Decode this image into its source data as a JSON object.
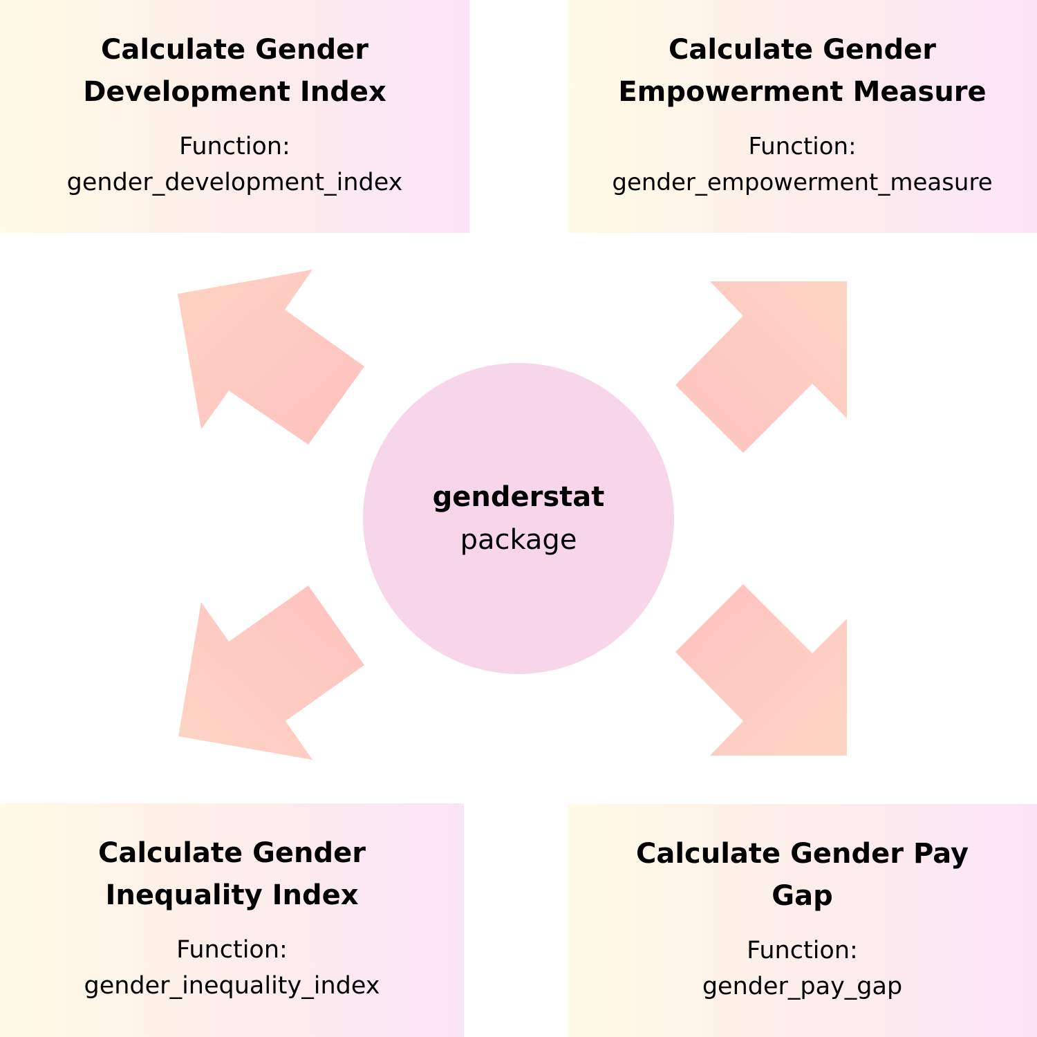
{
  "center": {
    "name": "genderstat",
    "subtitle": "package"
  },
  "cards": {
    "top_left": {
      "title": "Calculate Gender Development Index",
      "function_label": "Function:",
      "function_name": "gender_development_index"
    },
    "top_right": {
      "title": "Calculate Gender Empowerment Measure",
      "function_label": "Function:",
      "function_name": "gender_empowerment_measure"
    },
    "bottom_left": {
      "title": "Calculate Gender Inequality Index",
      "function_label": "Function:",
      "function_name": "gender_inequality_index"
    },
    "bottom_right": {
      "title": "Calculate Gender Pay Gap",
      "function_label": "Function:",
      "function_name": "gender_pay_gap"
    }
  },
  "colors": {
    "card_gradient_start": "#fffbe6",
    "card_gradient_end": "#fce4f8",
    "hub_fill": "#f8d6ea",
    "arrow_light": "#fdd5c4",
    "arrow_dark": "#ffc3c3"
  }
}
